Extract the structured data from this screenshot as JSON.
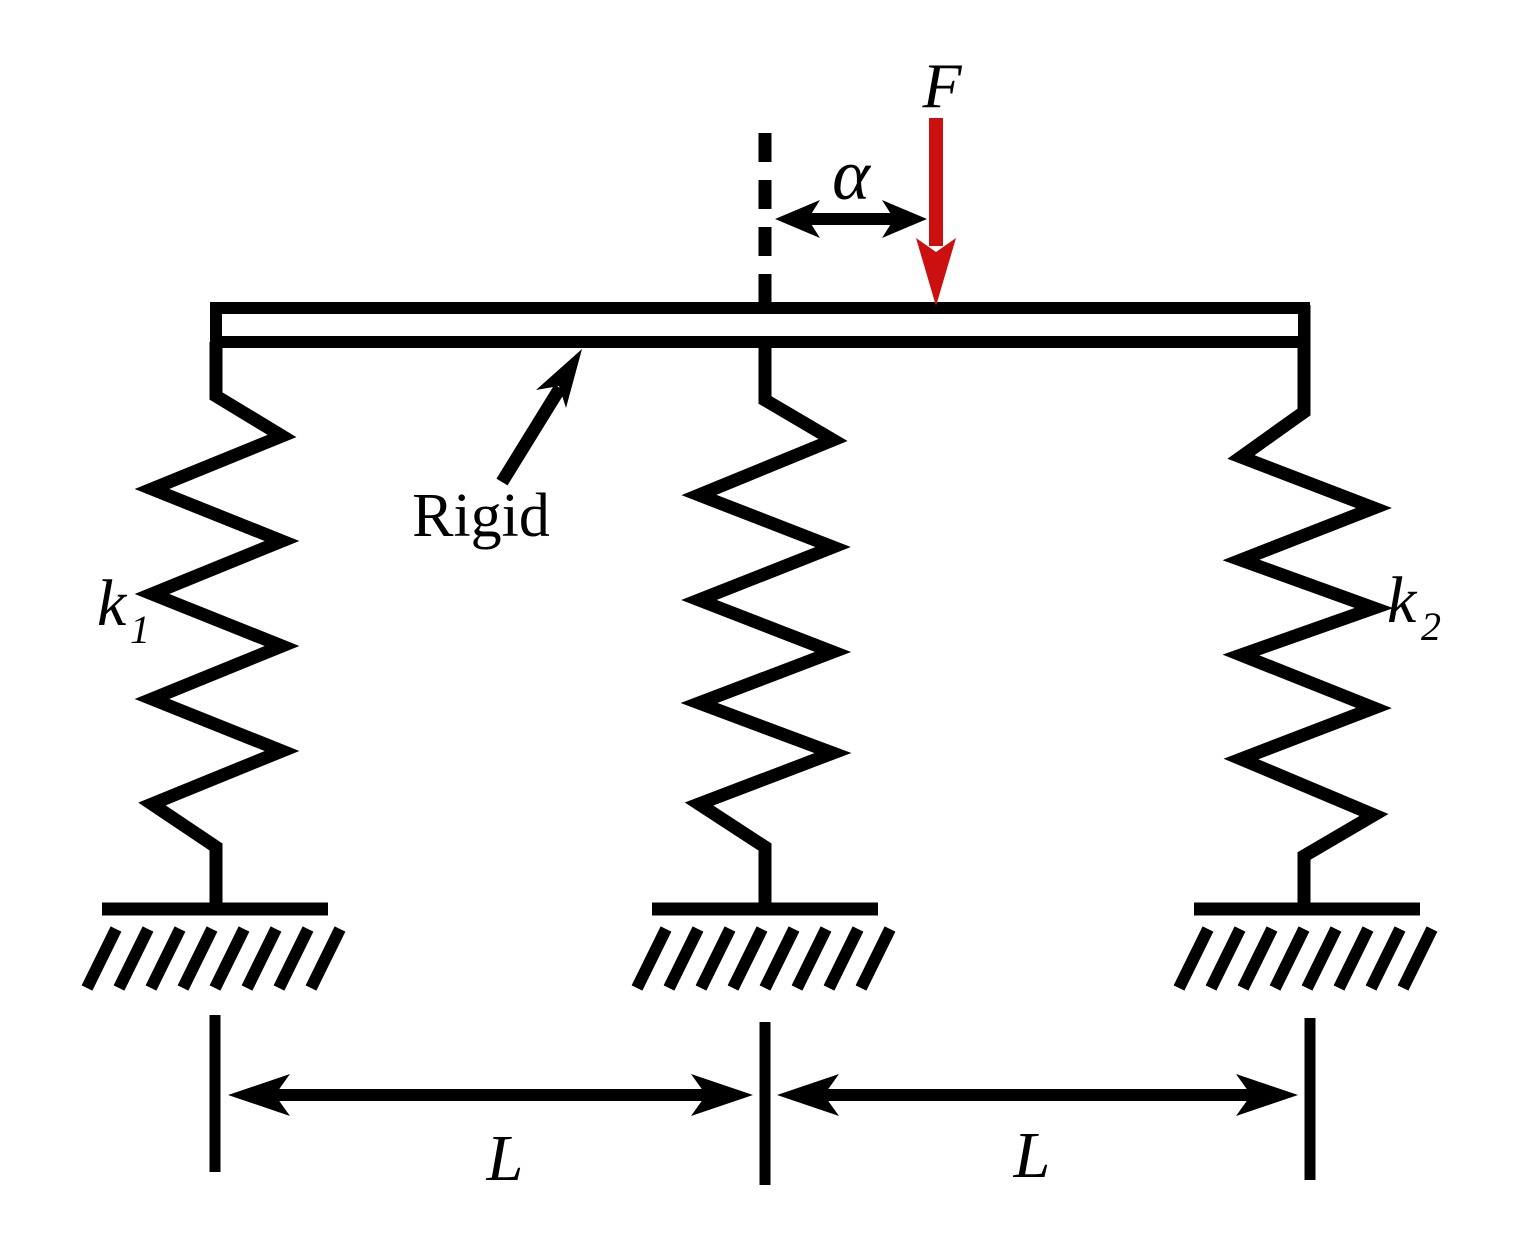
{
  "figure": {
    "title_hint": "rigid beam on three springs with offset load",
    "colors": {
      "ink": "#000000",
      "paper": "#ffffff",
      "accent_red": "#cc1010"
    }
  },
  "labels": {
    "force": "F",
    "offset": "α",
    "beam": "Rigid",
    "spring_left": {
      "base": "k",
      "sub": "1"
    },
    "spring_right": {
      "base": "k",
      "sub": "2"
    },
    "span_left": "L",
    "span_right": "L"
  }
}
